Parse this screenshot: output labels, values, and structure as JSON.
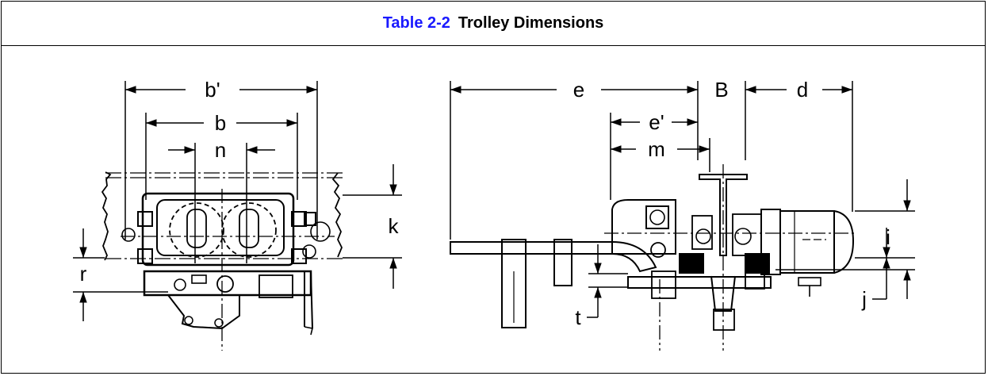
{
  "header": {
    "table_number": "Table 2-2",
    "title": "Trolley Dimensions"
  },
  "labels": {
    "b_prime": "b'",
    "b": "b",
    "n": "n",
    "k": "k",
    "r": "r",
    "e": "e",
    "B": "B",
    "d": "d",
    "e_prime": "e'",
    "m": "m",
    "i": "i",
    "j": "j",
    "t": "t"
  },
  "colors": {
    "table_number": "#1a1aff",
    "lines": "#000000"
  }
}
